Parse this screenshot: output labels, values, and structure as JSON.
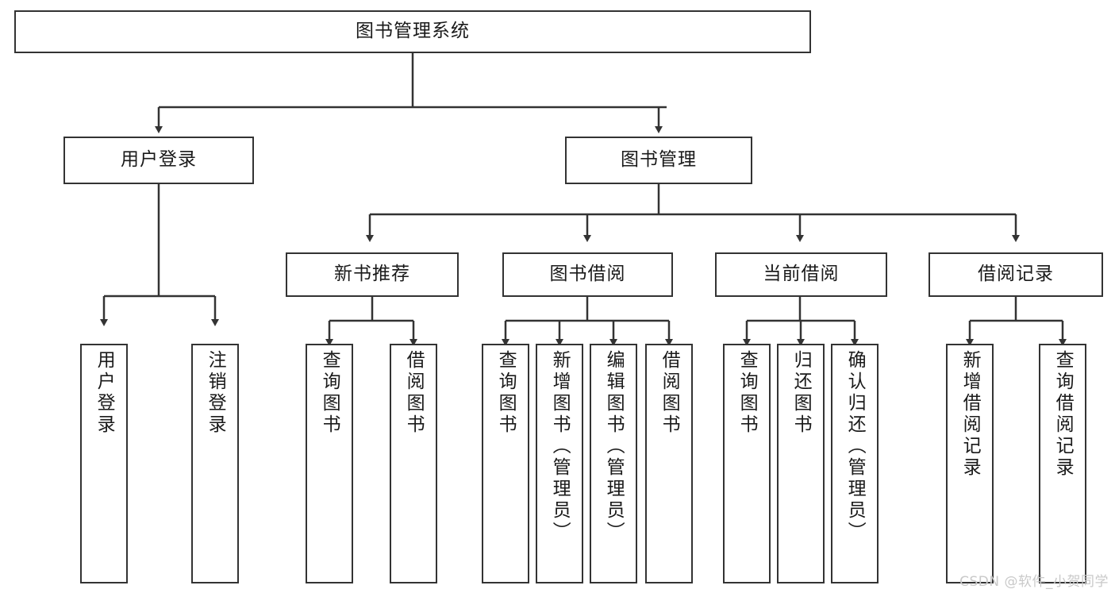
{
  "diagram": {
    "type": "tree",
    "title": "图书管理系统",
    "stroke_color": "#333333",
    "box_fill": "#ffffff",
    "text_color": "#1a1a1a",
    "background": "#ffffff"
  },
  "root": {
    "label": "图书管理系统"
  },
  "level1": [
    {
      "label": "用户登录"
    },
    {
      "label": "图书管理"
    }
  ],
  "level2": [
    {
      "label": "新书推荐"
    },
    {
      "label": "图书借阅"
    },
    {
      "label": "当前借阅"
    },
    {
      "label": "借阅记录"
    }
  ],
  "leaves": {
    "user_login": [
      {
        "label": "用户登录"
      },
      {
        "label": "注销登录"
      }
    ],
    "new_book": [
      {
        "label": "查询图书"
      },
      {
        "label": "借阅图书"
      }
    ],
    "book_borrow": [
      {
        "label": "查询图书"
      },
      {
        "label": "新增图书（管理员）"
      },
      {
        "label": "编辑图书（管理员）"
      },
      {
        "label": "借阅图书"
      }
    ],
    "current_borrow": [
      {
        "label": "查询图书"
      },
      {
        "label": "归还图书"
      },
      {
        "label": "确认归还（管理员）"
      }
    ],
    "borrow_record": [
      {
        "label": "新增借阅记录"
      },
      {
        "label": "查询借阅记录"
      }
    ]
  },
  "watermark": {
    "text": "CSDN @软件_小贺同学"
  }
}
